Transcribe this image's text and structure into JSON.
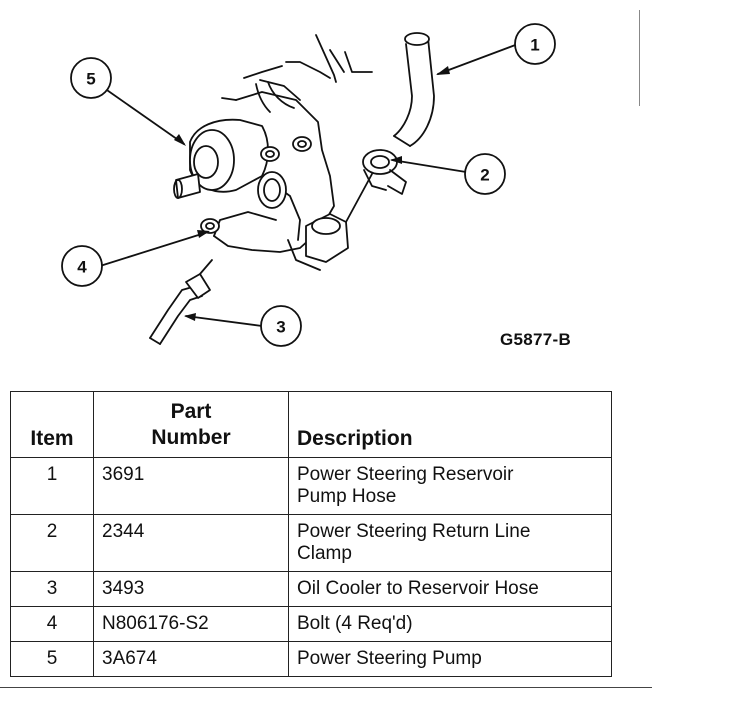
{
  "figure": {
    "code": "G5877-B",
    "callouts": [
      "1",
      "2",
      "3",
      "4",
      "5"
    ]
  },
  "table": {
    "headers": {
      "item": "Item",
      "part_line1": "Part",
      "part_line2": "Number",
      "description": "Description"
    },
    "rows": [
      {
        "item": "1",
        "part": "3691",
        "desc1": "Power Steering Reservoir",
        "desc2": "Pump Hose"
      },
      {
        "item": "2",
        "part": "2344",
        "desc1": "Power Steering Return Line",
        "desc2": "Clamp"
      },
      {
        "item": "3",
        "part": "3493",
        "desc1": "Oil Cooler to Reservoir Hose",
        "desc2": ""
      },
      {
        "item": "4",
        "part": "N806176-S2",
        "desc1": "Bolt (4 Req'd)",
        "desc2": ""
      },
      {
        "item": "5",
        "part": "3A674",
        "desc1": "Power Steering Pump",
        "desc2": ""
      }
    ]
  }
}
